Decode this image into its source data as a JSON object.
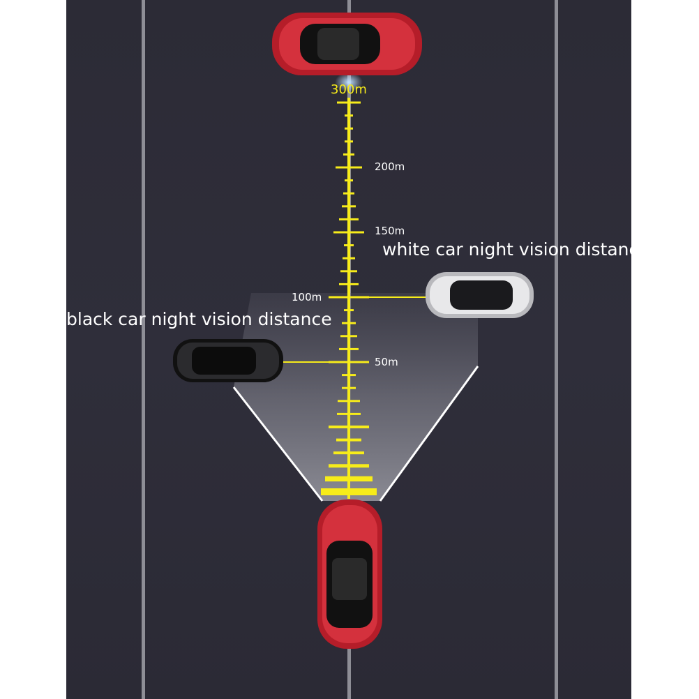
{
  "labels": {
    "white_car": "white car night vision distance",
    "black_car": "black car night vision distance"
  },
  "ruler": {
    "top": "300m",
    "marks": [
      "200m",
      "150m",
      "100m",
      "50m"
    ]
  },
  "colors": {
    "ruler": "#f7ec1a",
    "road": "#2e2d38",
    "red_car": "#c21f2c"
  }
}
